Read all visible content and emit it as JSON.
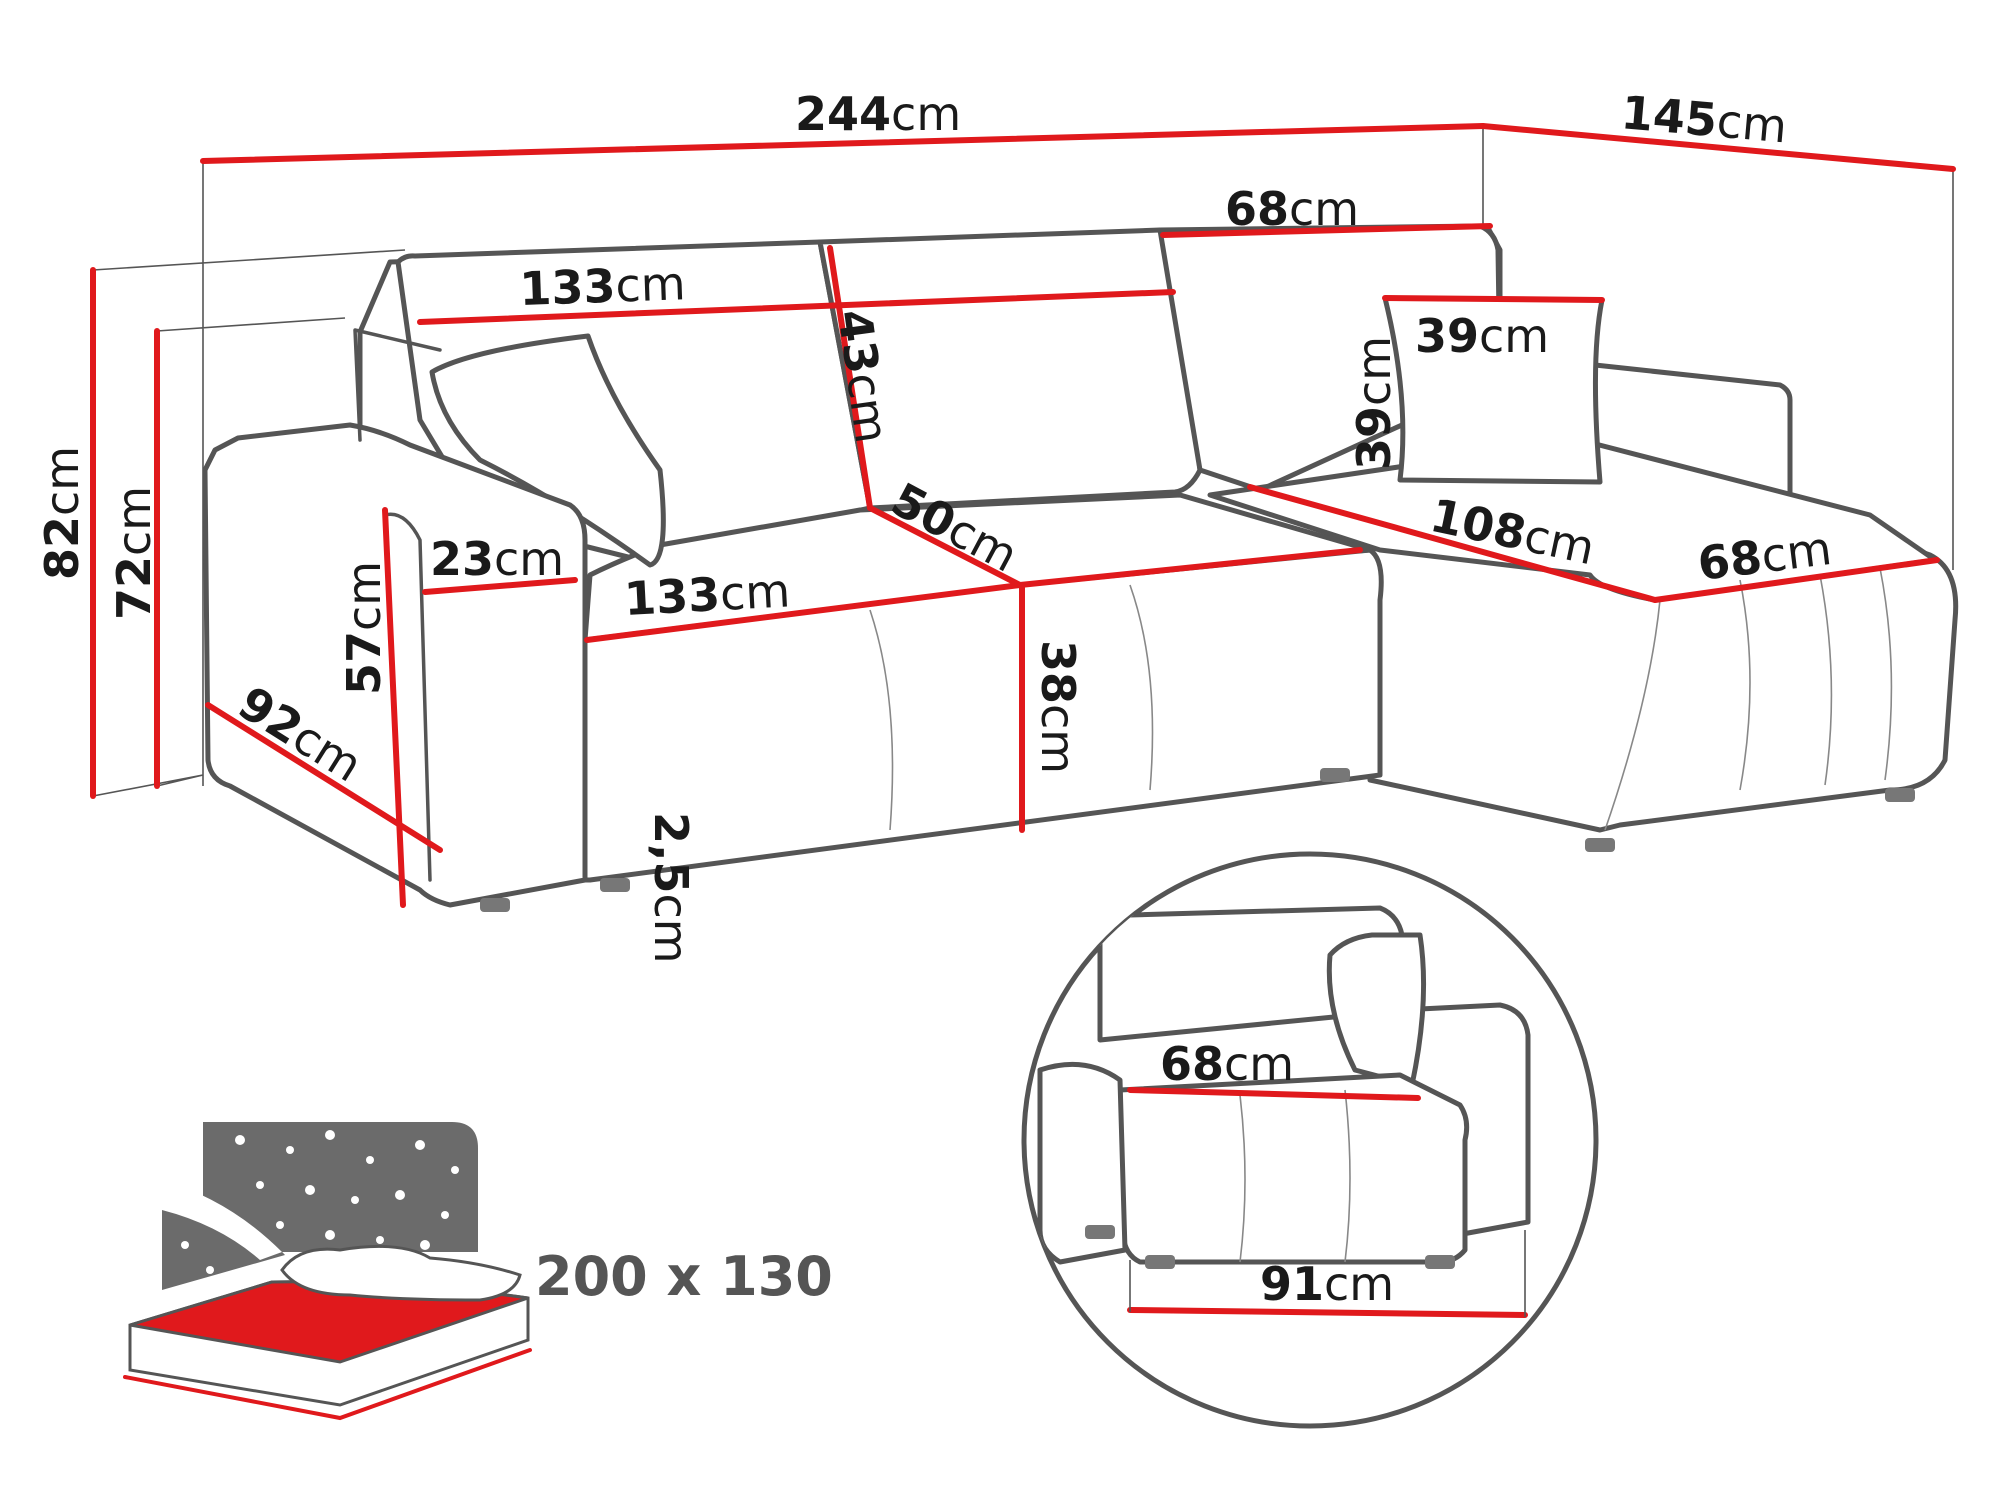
{
  "colors": {
    "dimension_line": "#e0191c",
    "outline": "#555555",
    "night_sky": "#6b6b6b",
    "mattress": "#e0191c"
  },
  "labels": {
    "total_length": {
      "num": "244",
      "unit": "cm"
    },
    "chaise_depth_total": {
      "num": "145",
      "unit": "cm"
    },
    "corner_back_width": {
      "num": "68",
      "unit": "cm"
    },
    "backrest_width": {
      "num": "133",
      "unit": "cm"
    },
    "backrest_height": {
      "num": "43",
      "unit": "cm"
    },
    "pillow_width": {
      "num": "39",
      "unit": "cm"
    },
    "pillow_height": {
      "num": "39",
      "unit": "cm"
    },
    "overall_height": {
      "num": "82",
      "unit": "cm"
    },
    "back_height": {
      "num": "72",
      "unit": "cm"
    },
    "armrest_height": {
      "num": "57",
      "unit": "cm"
    },
    "armrest_width": {
      "num": "23",
      "unit": "cm"
    },
    "seat_width": {
      "num": "133",
      "unit": "cm"
    },
    "seat_depth": {
      "num": "50",
      "unit": "cm"
    },
    "chaise_length": {
      "num": "108",
      "unit": "cm"
    },
    "chaise_width": {
      "num": "68",
      "unit": "cm"
    },
    "seat_height": {
      "num": "38",
      "unit": "cm"
    },
    "sofa_depth": {
      "num": "92",
      "unit": "cm"
    },
    "leg_height": {
      "num": "2,5",
      "unit": "cm"
    },
    "detail_width": {
      "num": "68",
      "unit": "cm"
    },
    "detail_depth": {
      "num": "91",
      "unit": "cm"
    }
  },
  "bed_size": "200 x 130"
}
